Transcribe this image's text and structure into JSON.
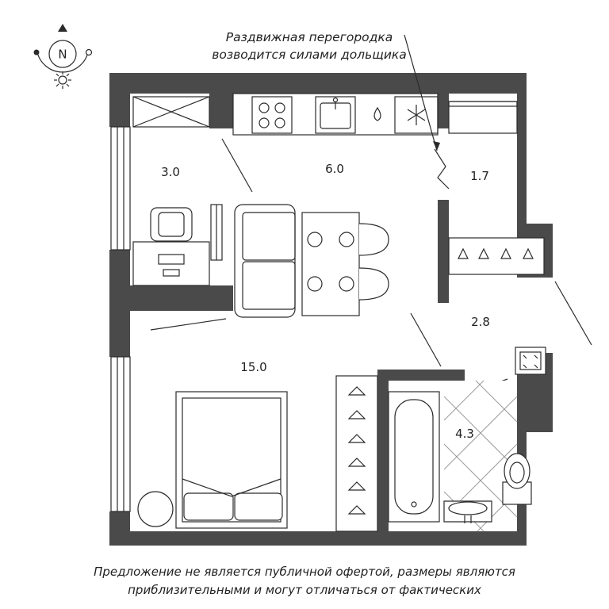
{
  "compass": {
    "letter": "N"
  },
  "notes": {
    "partition_line1": "Раздвижная перегородка",
    "partition_line2": "возводится силами дольщика",
    "disclaimer_line1": "Предложение не является публичной офертой, размеры являются",
    "disclaimer_line2": "приблизительными и могут отличаться от фактических"
  },
  "rooms": {
    "workspace": "3.0",
    "kitchen": "6.0",
    "storage": "1.7",
    "hall": "2.8",
    "living": "15.0",
    "bathroom": "4.3"
  },
  "colors": {
    "wall": "#4a4a4a",
    "line": "#2b2b2b",
    "background": "#ffffff"
  }
}
